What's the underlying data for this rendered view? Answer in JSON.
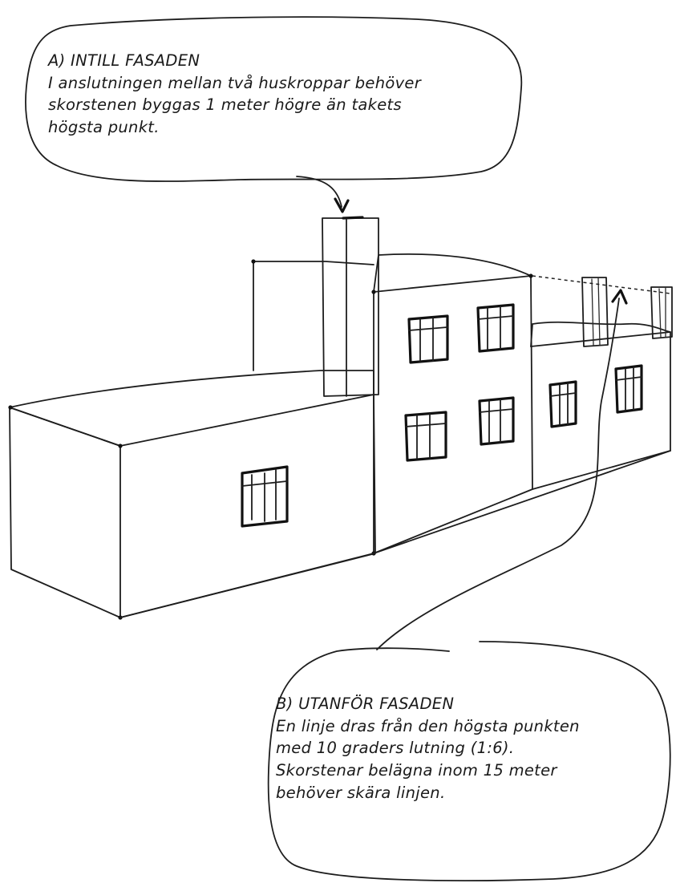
{
  "callout_a": {
    "heading": "A) INTILL FASADEN",
    "lines": [
      "I anslutningen mellan två huskroppar behöver",
      "skorstenen byggas 1 meter högre än takets",
      "högsta punkt."
    ]
  },
  "callout_b": {
    "heading": "B) UTANFÖR FASADEN",
    "lines": [
      "En linje dras från den högsta punkten",
      "med 10 graders lutning (1:6).",
      "Skorstenar belägna inom 15 meter",
      "behöver skära linjen."
    ]
  }
}
